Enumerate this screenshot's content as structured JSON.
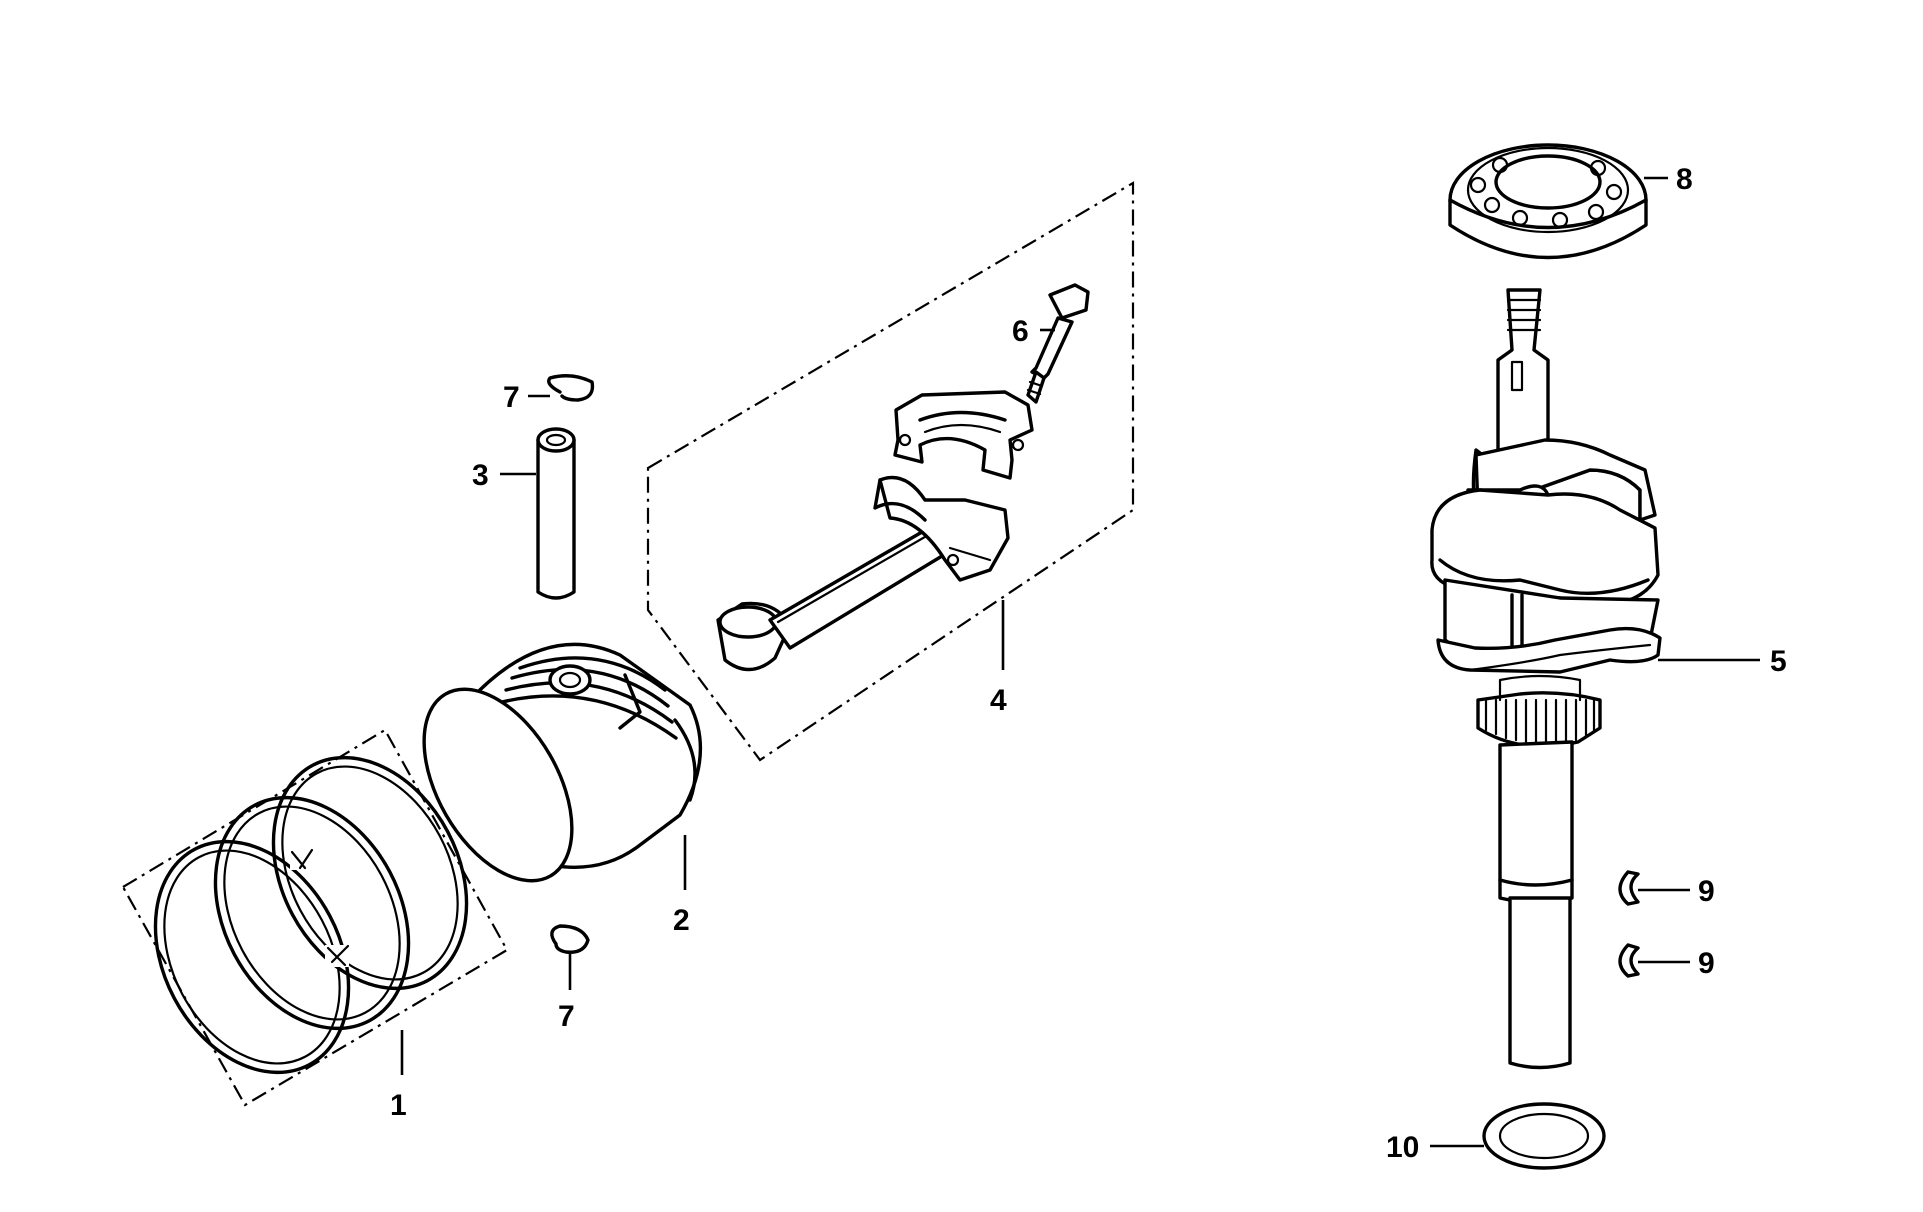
{
  "callouts": [
    {
      "id": "1",
      "text": "1",
      "part": "piston-rings"
    },
    {
      "id": "2",
      "text": "2",
      "part": "piston"
    },
    {
      "id": "3",
      "text": "3",
      "part": "piston-pin"
    },
    {
      "id": "4",
      "text": "4",
      "part": "connecting-rod-assembly"
    },
    {
      "id": "5",
      "text": "5",
      "part": "crankshaft"
    },
    {
      "id": "6",
      "text": "6",
      "part": "rod-bolt"
    },
    {
      "id": "7a",
      "text": "7",
      "part": "pin-clip-upper"
    },
    {
      "id": "7b",
      "text": "7",
      "part": "pin-clip-lower"
    },
    {
      "id": "8",
      "text": "8",
      "part": "ball-bearing"
    },
    {
      "id": "9a",
      "text": "9",
      "part": "woodruff-key-upper"
    },
    {
      "id": "9b",
      "text": "9",
      "part": "woodruff-key-lower"
    },
    {
      "id": "10",
      "text": "10",
      "part": "washer"
    }
  ],
  "colors": {
    "ink": "#000000",
    "paper": "#ffffff"
  }
}
